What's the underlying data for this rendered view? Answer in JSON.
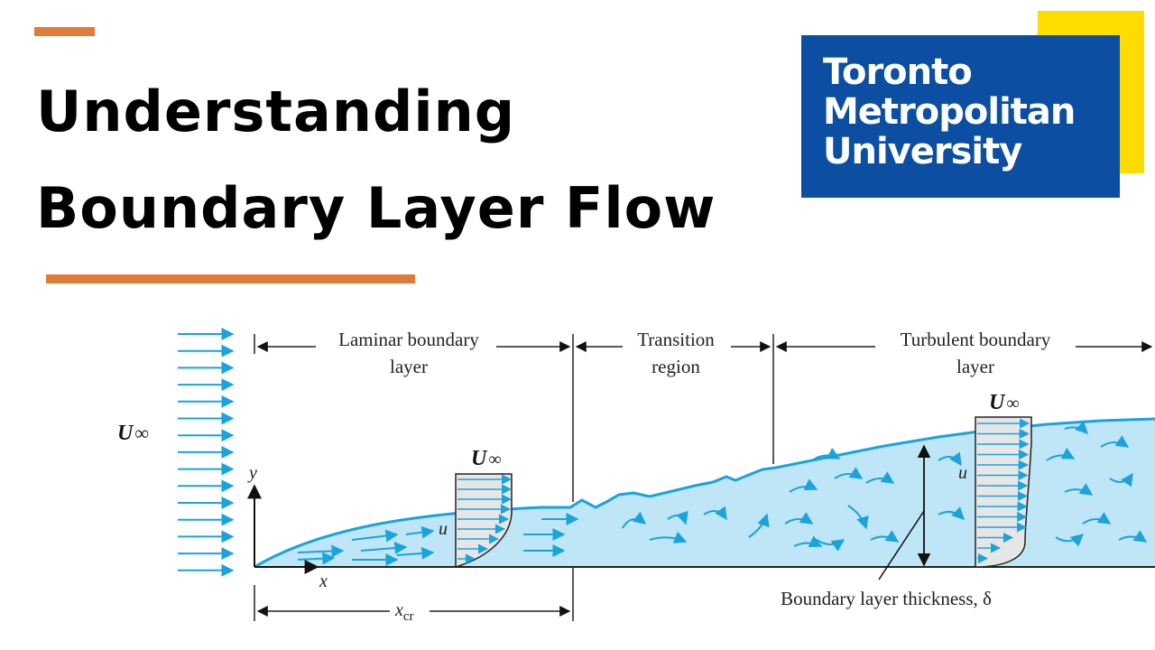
{
  "title": {
    "line1": "Understanding",
    "line2": "Boundary Layer Flow"
  },
  "logo": {
    "line1": "Toronto",
    "line2": "Metropolitan",
    "line3": "University"
  },
  "colors": {
    "accent": "#e07b39",
    "logo_blue": "#0b4ea2",
    "logo_yellow": "#ffdc00",
    "fluid": "#bfe6f6",
    "arrow": "#1aa3dc",
    "profile_fill": "#e6e6e6"
  },
  "diagram": {
    "laminar_label_1": "Laminar boundary",
    "laminar_label_2": "layer",
    "transition_label_1": "Transition",
    "transition_label_2": "region",
    "turbulent_label_1": "Turbulent boundary",
    "turbulent_label_2": "layer",
    "freestream_symbol": "U",
    "infinity": "∞",
    "u_symbol": "u",
    "x_symbol": "x",
    "y_symbol": "y",
    "xcr_symbol": "x",
    "xcr_subscript": "cr",
    "thickness_label": "Boundary layer thickness, δ"
  }
}
